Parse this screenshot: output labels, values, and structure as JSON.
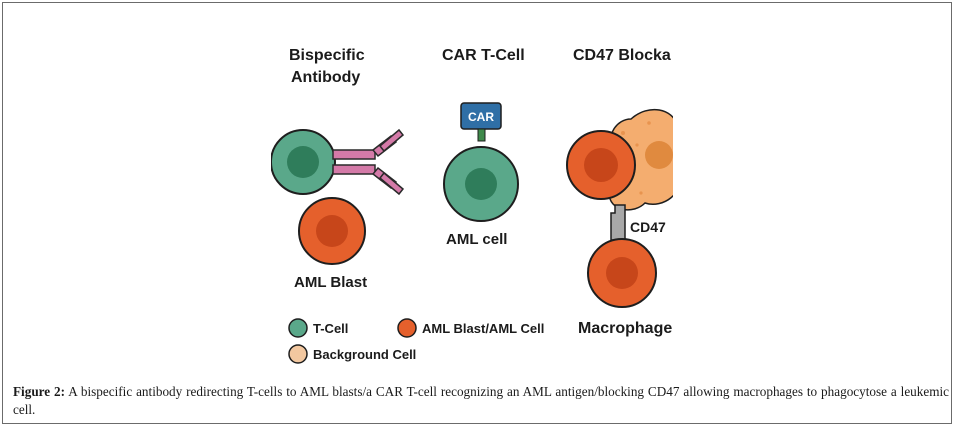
{
  "figure": {
    "panels": {
      "bispecific": {
        "title_line1": "Bispecific",
        "title_line2": "Antibody",
        "target_label": "AML Blast"
      },
      "car_t": {
        "title": "CAR T-Cell",
        "receptor_label": "CAR",
        "cell_label": "AML cell"
      },
      "cd47": {
        "title": "CD47 Blocka",
        "antigen_label": "CD47",
        "cell_label": "Macrophage"
      }
    },
    "legend": {
      "items": [
        {
          "label": "T-Cell",
          "color": "#5aa88a"
        },
        {
          "label": "AML Blast/AML Cell",
          "color": "#e5602c"
        },
        {
          "label": "Background Cell",
          "color": "#f3c8a0"
        }
      ]
    },
    "colors": {
      "t_cell": "#5aa88a",
      "t_cell_nucleus": "#2f7d5b",
      "aml": "#e5602c",
      "aml_nucleus": "#c7461a",
      "background_cell": "#f4ad6f",
      "antibody": "#d47aa8",
      "car_receptor": "#2f6fa6",
      "cd47": "#a8a8a8"
    }
  },
  "caption": {
    "label": "Figure 2:",
    "text": " A bispecific antibody redirecting T-cells to AML blasts/a CAR T-cell recognizing an AML antigen/blocking CD47 allowing macrophages to phagocytose a leukemic cell."
  }
}
